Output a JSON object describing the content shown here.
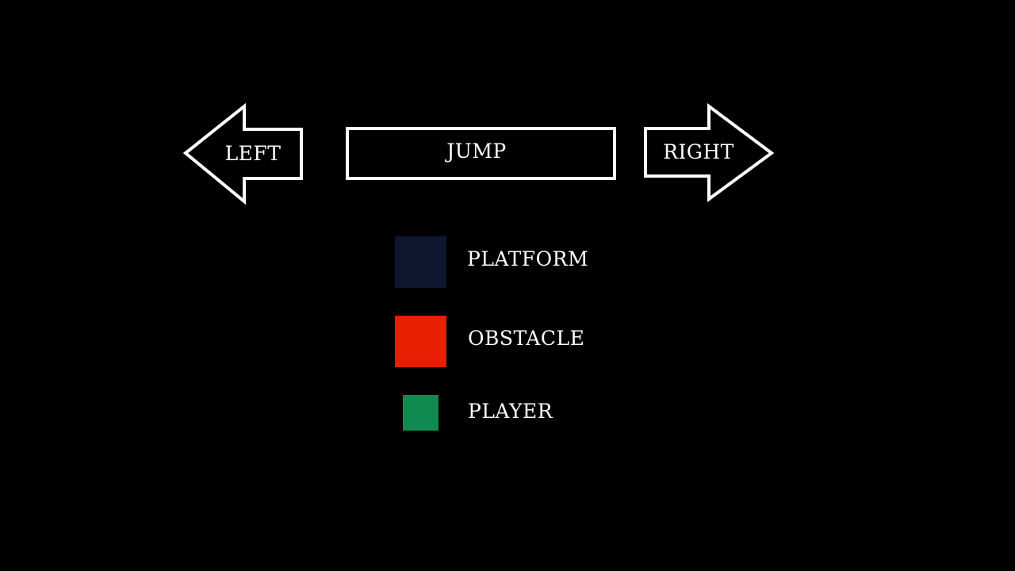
{
  "controls": {
    "left_label": "LEFT",
    "jump_label": "JUMP",
    "right_label": "RIGHT",
    "outline_color": "#ffffff"
  },
  "legend": {
    "items": [
      {
        "label": "PLATFORM",
        "color": "#0f1730"
      },
      {
        "label": "OBSTACLE",
        "color": "#e81e00"
      },
      {
        "label": "PLAYER",
        "color": "#108a4e"
      }
    ]
  },
  "background_color": "#000000"
}
